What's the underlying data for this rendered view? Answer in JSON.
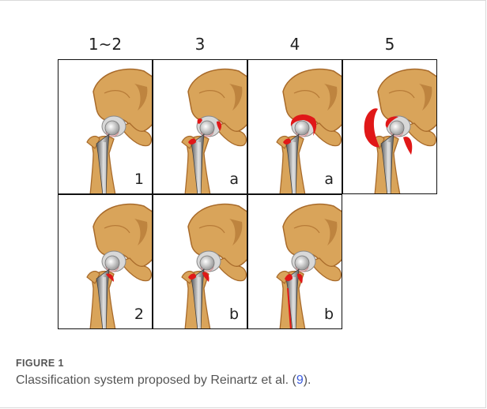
{
  "column_labels": [
    "1~2",
    "3",
    "4",
    "5"
  ],
  "panels": {
    "row1": [
      "1",
      "a",
      "a",
      ""
    ],
    "row2": [
      "2",
      "b",
      "b"
    ]
  },
  "caption": {
    "title": "FIGURE 1",
    "text_prefix": "Classification system proposed by Reinartz et al. (",
    "ref": "9",
    "text_suffix": ")."
  },
  "colors": {
    "bone": "#d9a45a",
    "bone_dark": "#a86a2a",
    "lesion": "#e01818",
    "implant": "#8a8a8a",
    "ref_link": "#3b5bdb"
  }
}
